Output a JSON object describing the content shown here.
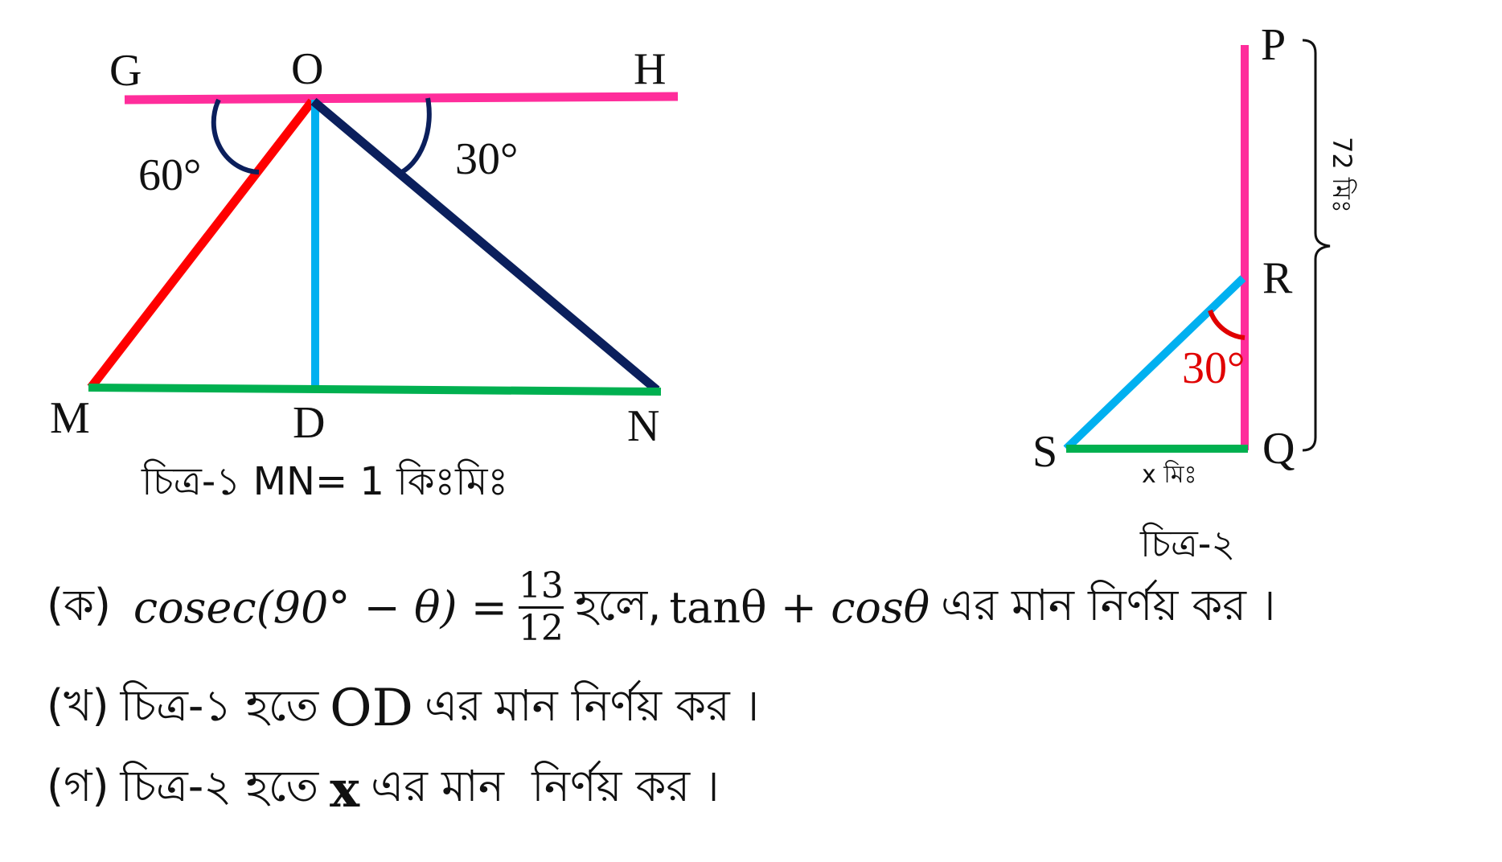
{
  "colors": {
    "pink": "#ff2d9b",
    "red": "#ff0000",
    "navy": "#0b1f5c",
    "cyan": "#00b0f0",
    "green": "#00b050",
    "angle_red": "#e00000"
  },
  "figure1": {
    "labels": {
      "G": "G",
      "O": "O",
      "H": "H",
      "M": "M",
      "D": "D",
      "N": "N"
    },
    "angle_left": "60°",
    "angle_right": "30°",
    "caption": "চিত্র-১ MN= 1 কিঃমিঃ"
  },
  "figure2": {
    "labels": {
      "P": "P",
      "R": "R",
      "Q": "Q",
      "S": "S"
    },
    "angle": "30°",
    "brace_label": "72 মিঃ",
    "base_label": "x মিঃ",
    "caption": "চিত্র-২"
  },
  "questions": {
    "q1": {
      "prefix": "(ক)",
      "expr_left": "cosec(90° − θ) =",
      "numerator": "13",
      "denominator": "12",
      "mid": "হলে,",
      "expr_right_a": "tanθ + ",
      "expr_right_b": "cosθ",
      "suffix": "এর মান নির্ণয় কর ।"
    },
    "q2": {
      "prefix": "(খ)",
      "text": "চিত্র-১ হতে",
      "var": "OD",
      "suffix": "এর মান নির্ণয় কর ।"
    },
    "q3": {
      "prefix": "(গ)",
      "text": "চিত্র-২ হতে",
      "var": "x",
      "suffix": "এর মান  নির্ণয় কর ।"
    }
  }
}
